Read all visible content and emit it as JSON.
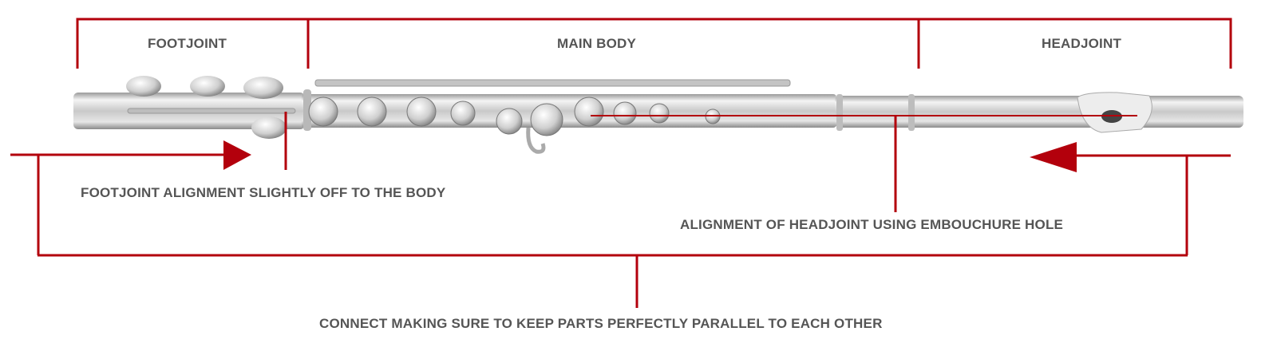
{
  "sections": {
    "footjoint": "FOOTJOINT",
    "main_body": "MAIN BODY",
    "headjoint": "HEADJOINT"
  },
  "annotations": {
    "footjoint_alignment": "FOOTJOINT ALIGNMENT SLIGHTLY OFF TO THE BODY",
    "headjoint_alignment": "ALIGNMENT OF HEADJOINT USING EMBOUCHURE HOLE",
    "connect": "CONNECT MAKING SURE TO KEEP PARTS PERFECTLY PARALLEL TO EACH OTHER"
  },
  "colors": {
    "accent_red": "#b3000c",
    "text_gray": "#555555",
    "silver": "#d4d4d4"
  }
}
